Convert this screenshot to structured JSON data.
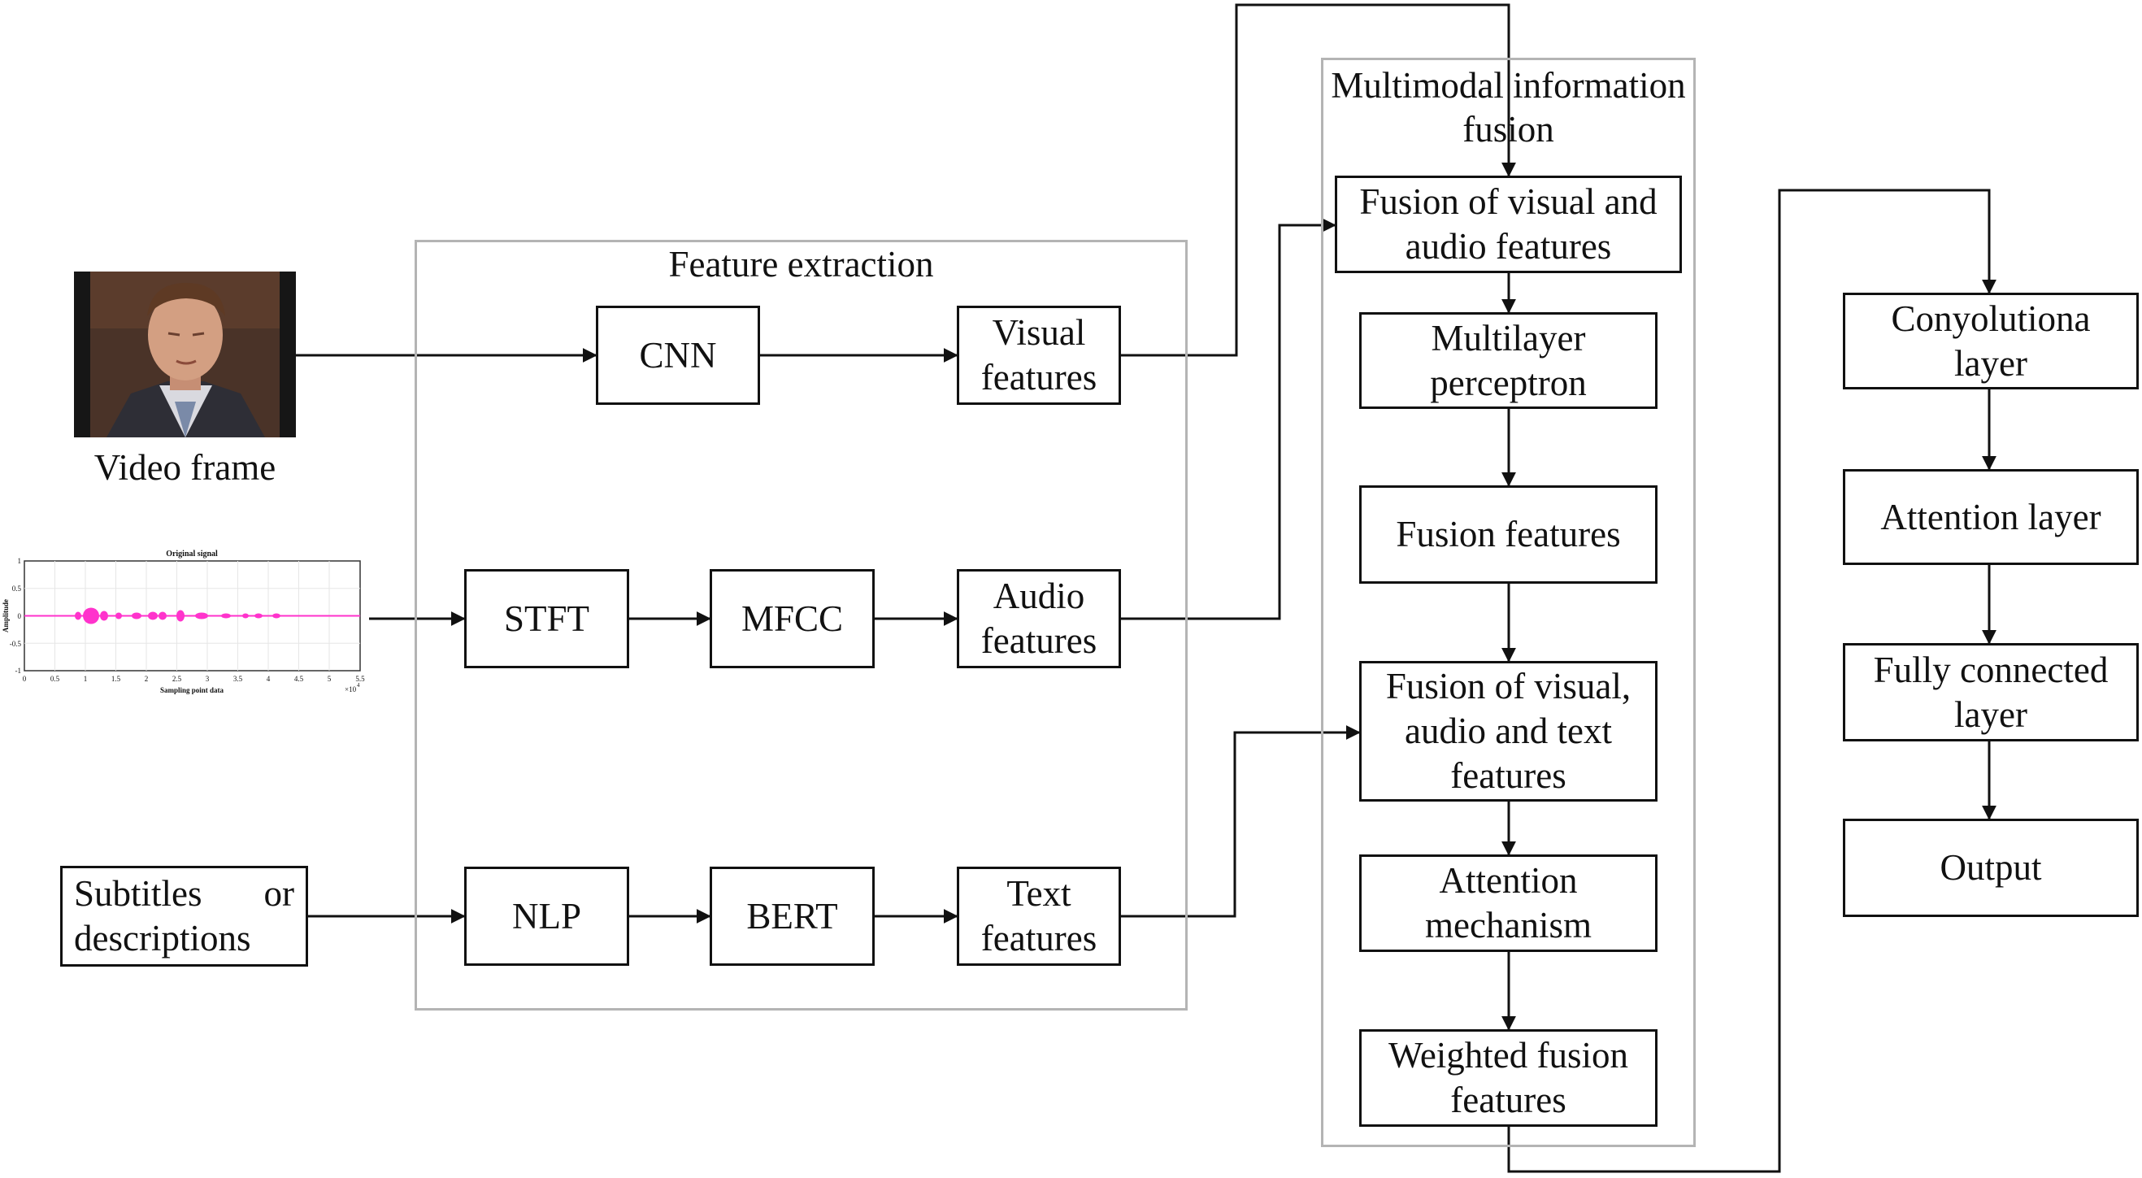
{
  "groups": {
    "feature_extraction": "Feature extraction",
    "multimodal_fusion": "Multimodal information fusion"
  },
  "inputs": {
    "video_frame": "Video frame",
    "subtitles_line1": "Subtitles or",
    "subtitles_line2": "descriptions",
    "audio_plot": {
      "title": "Original signal",
      "xlabel": "Sampling point data",
      "ylabel": "Amplitude",
      "x_ticks": [
        "0",
        "0.5",
        "1",
        "1.5",
        "2",
        "2.5",
        "3",
        "3.5",
        "4",
        "4.5",
        "5",
        "5.5"
      ],
      "y_ticks": [
        "1",
        "0.5",
        "0",
        "-0.5",
        "-1"
      ],
      "x_multiplier": "×10",
      "x_exponent": "4",
      "waveform_color": "#ff33cc"
    }
  },
  "nodes": {
    "cnn": "CNN",
    "stft": "STFT",
    "mfcc": "MFCC",
    "nlp": "NLP",
    "bert": "BERT",
    "visual_features": "Visual features",
    "audio_features": "Audio features",
    "text_features": "Text features",
    "fusion_va": "Fusion of visual and audio features",
    "mlp": "Multilayer perceptron",
    "fusion_features": "Fusion features",
    "fusion_vat": "Fusion of visual, audio and text features",
    "attention_mechanism": "Attention mechanism",
    "weighted_fusion": "Weighted fusion features",
    "conv_layer": "Conyolutiona layer",
    "attention_layer": "Attention layer",
    "fc_layer": "Fully connected layer",
    "output": "Output"
  },
  "colors": {
    "line": "#111111",
    "group_border": "#b4b4b4",
    "video_background": "#1a1a1a"
  }
}
